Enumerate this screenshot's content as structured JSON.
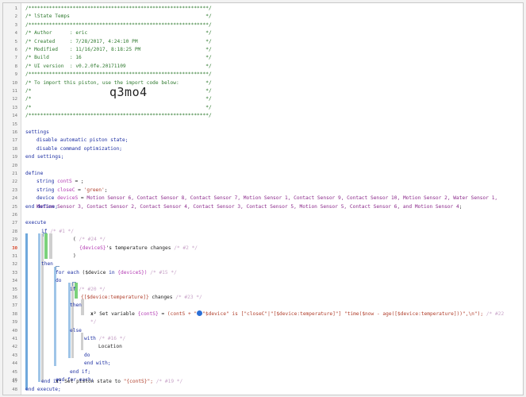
{
  "header": [
    "/*************************************************************/",
    "/* lState Temps                                              */",
    "/*************************************************************/",
    "/* Author      : eric                                        */",
    "/* Created     : 7/28/2017, 4:24:10 PM                       */",
    "/* Modified    : 11/16/2017, 8:18:25 PM                      */",
    "/* Build       : 16                                          */",
    "/* UI version  : v0.2.0fe.20171109                           */",
    "/*************************************************************/",
    "/* To import this piston, use the import code below:         */",
    "/*                                                           */",
    "/*                                                           */",
    "/*                                                           */",
    "/*************************************************************/"
  ],
  "import_code": "q3mo4",
  "settings": {
    "start": "settings",
    "line1": "disable automatic piston state;",
    "line2": "disable command optimization;",
    "end": "end settings;"
  },
  "define": {
    "start": "define",
    "v1_type": "string",
    "v1_name": "contS",
    "v1_rest": " = ;",
    "v2_type": "string",
    "v2_name": "closeC",
    "v2_eq": " = ",
    "v2_val": "'green'",
    "v2_end": ";",
    "v3_type": "device",
    "v3_name": "deviceS",
    "v3_eq": " = ",
    "devices": "Motion Sensor 6, Contact Sensor 8, Contact Sensor 7, Motion Sensor 1, Contact Sensor 9, Contact Sensor 10, Motion Sensor 2, Water Sensor 1, Motion Sensor 3, Contact Sensor 2, Contact Sensor 4, Contact Sensor 3, Contact Sensor 5, Motion Sensor 5, Contact Sensor 6, and Motion Sensor 4",
    "v3_end": ";",
    "end": "end define;"
  },
  "execute": {
    "start": "execute",
    "if1": "if",
    "if1_cmt": "/* #1 */",
    "paren_open": "(",
    "trigger_cmt": "/* #24 */",
    "trigger_var": "{deviceS}",
    "trigger_text": "'s temperature changes",
    "trigger_cmt2": "/* #2 */",
    "paren_close": ")",
    "then1": "then",
    "for_each": "for each",
    "for_var": "($device",
    "for_in": "in",
    "for_list": "{deviceS})",
    "for_cmt": "/* #15 */",
    "do1": "do",
    "if2": "if",
    "if2_cmt": "/* #20 */",
    "cond2_expr": "{[$device:temperature]}",
    "cond2_text": "changes",
    "cond2_cmt": "/* #23 */",
    "then2": "then",
    "setvar_label": "Set variable",
    "setvar_name": "{contS}",
    "setvar_eq": "=",
    "setvar_expr_a": "(contS + \"",
    "setvar_expr_b": "\"$device\" is [\"closeC\"|\"[$device:temperature]\"] \"time($now - age([$device:temperature]))\",\\n\");",
    "setvar_cmt": "/* #22 */",
    "else": "else",
    "with": "with",
    "with_cmt": "/* #16 */",
    "location": "Location",
    "do2": "do",
    "end_with": "end with;",
    "end_if2": "end if;",
    "end_for": "end for each;",
    "setstate_label": "Set piston state to",
    "setstate_val": "\"{contS}\";",
    "setstate_cmt": "/* #19 */",
    "end_if1": "end if;",
    "end": "end execute;"
  },
  "highlighted_line": 30,
  "colors": {
    "comment": "#2f7a2f",
    "keyword": "#1d2fa3",
    "string": "#b03e2b",
    "variable": "#b33ab3"
  }
}
